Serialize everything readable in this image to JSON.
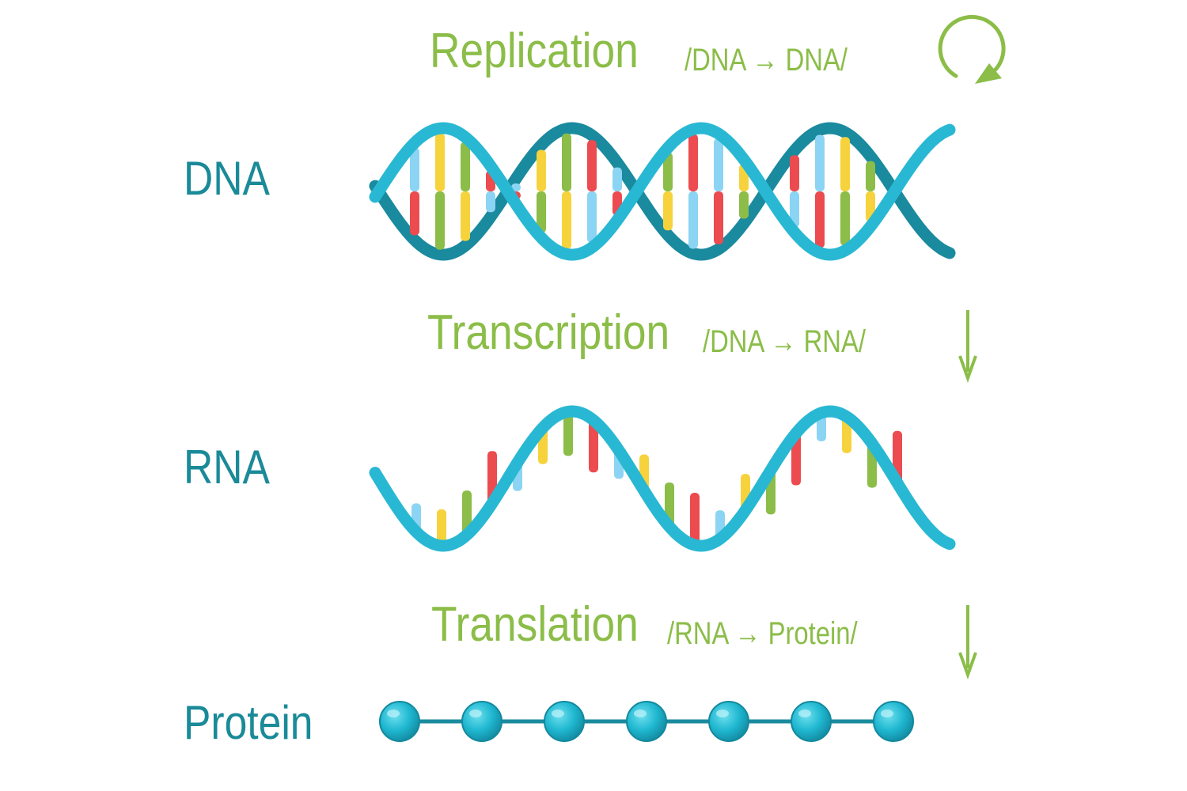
{
  "processes": {
    "replication": {
      "name": "Replication",
      "equation": "/DNA → DNA/",
      "icon": "circular-arrow-icon"
    },
    "transcription": {
      "name": "Transcription",
      "equation": "/DNA → RNA/",
      "icon": "down-arrow-icon"
    },
    "translation": {
      "name": "Translation",
      "equation": "/RNA → Protein/",
      "icon": "down-arrow-icon"
    }
  },
  "molecules": {
    "dna": "DNA",
    "rna": "RNA",
    "protein": "Protein"
  },
  "protein_beads": 7,
  "colors": {
    "molecule_label": "#1a8a98",
    "process_text": "#8bbd48",
    "backbone": "#29b8d3",
    "backbone_dark": "#1a8a9e",
    "base_green": "#8bbd48",
    "base_yellow": "#f6d33c",
    "base_red": "#ec4b4f",
    "base_blue": "#8cd4f3",
    "bead": "#1fb7d0"
  }
}
